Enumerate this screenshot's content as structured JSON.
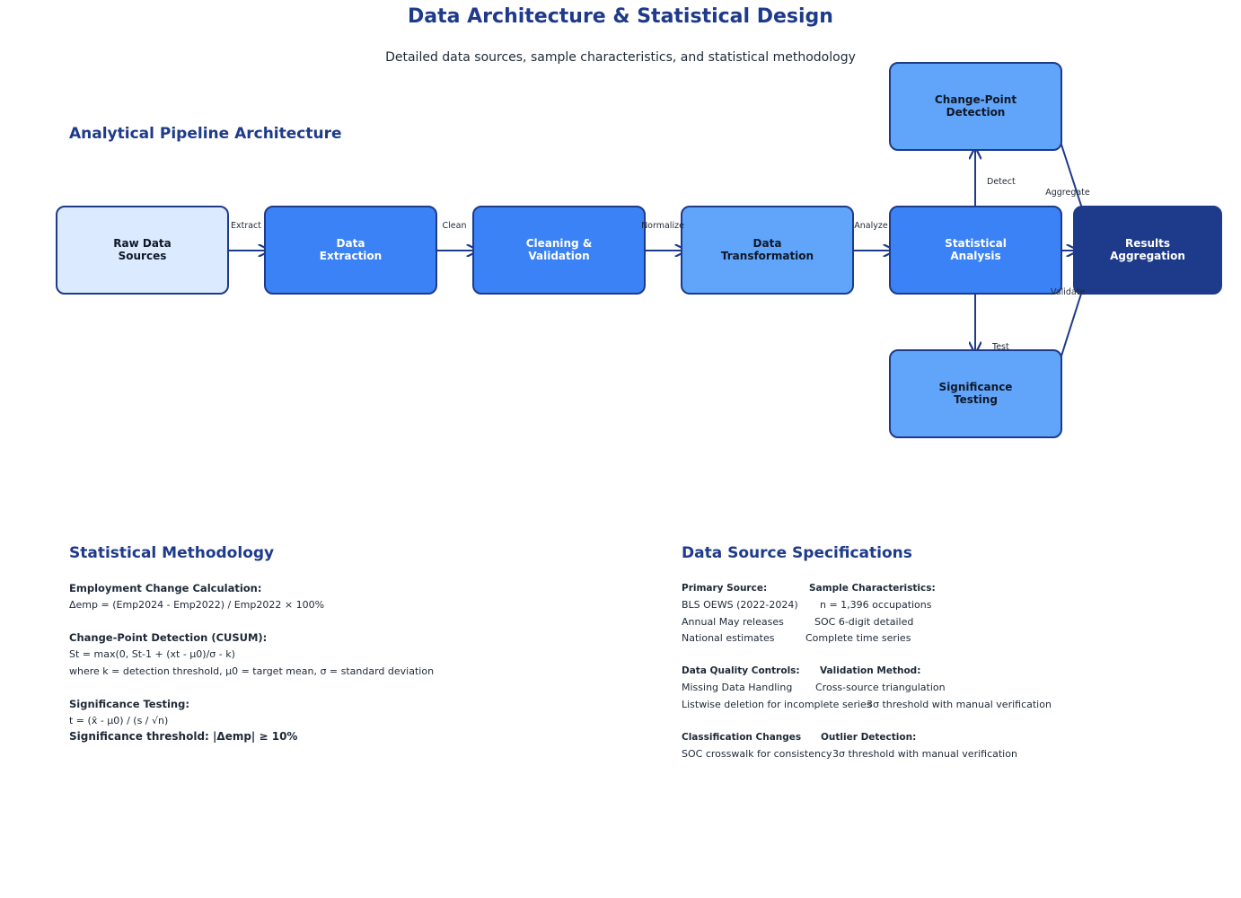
{
  "header": {
    "title": "Data Architecture & Statistical Design",
    "subtitle": "Detailed data sources, sample characteristics, and statistical methodology"
  },
  "pipeline": {
    "heading": "Analytical Pipeline Architecture",
    "nodes": {
      "raw": [
        "Raw Data",
        "Sources"
      ],
      "extract": [
        "Data",
        "Extraction"
      ],
      "clean": [
        "Cleaning &",
        "Validation"
      ],
      "transform": [
        "Data",
        "Transformation"
      ],
      "stat": [
        "Statistical",
        "Analysis"
      ],
      "cpd": [
        "Change-Point",
        "Detection"
      ],
      "sig": [
        "Significance",
        "Testing"
      ],
      "results": [
        "Results",
        "Aggregation"
      ]
    },
    "edges": {
      "extract": "Extract",
      "clean": "Clean",
      "normalize": "Normalize",
      "analyze": "Analyze",
      "detect": "Detect",
      "test": "Test",
      "aggregate": "Aggregate",
      "validate": "Validate"
    },
    "colors": {
      "raw_fill": "#dbeafe",
      "medium_fill": "#3b82f6",
      "light_fill": "#60a5fa",
      "dark_fill": "#1e3a8a",
      "stroke": "#1e3a8a"
    }
  },
  "methodology": {
    "heading": "Statistical Methodology",
    "emp_title": "Employment Change Calculation:",
    "emp_formula": "Δemp = (Emp2024 - Emp2022) / Emp2022 × 100%",
    "cusum_title": "Change-Point Detection (CUSUM):",
    "cusum_formula": "St = max(0, St-1 + (xt - μ0)/σ - k)",
    "cusum_where": "where k = detection threshold, μ0 = target mean, σ = standard deviation",
    "sig_title": "Significance Testing:",
    "sig_formula": "t = (x̄ - μ0) / (s / √n)",
    "sig_threshold": "Significance threshold: |Δemp| ≥ 10%"
  },
  "sources": {
    "heading": "Data Source Specifications",
    "primary_title": "Primary Source:",
    "primary_1": "BLS OEWS (2022-2024)",
    "primary_2": "Annual May releases",
    "primary_3": "National estimates",
    "sample_title": "Sample Characteristics:",
    "sample_1": "n = 1,396 occupations",
    "sample_2": "SOC 6-digit detailed",
    "sample_3": "Complete time series",
    "quality_title": "Data Quality Controls:",
    "quality_1": "Missing Data Handling",
    "quality_2": "Listwise deletion for incomplete series",
    "validation_title": "Validation Method:",
    "validation_1": "Cross-source triangulation",
    "validation_2": "3σ threshold with manual verification",
    "class_title": "Classification Changes",
    "class_1": "SOC crosswalk for consistency",
    "outlier_title": "Outlier Detection:",
    "outlier_1": "3σ threshold with manual verification"
  }
}
